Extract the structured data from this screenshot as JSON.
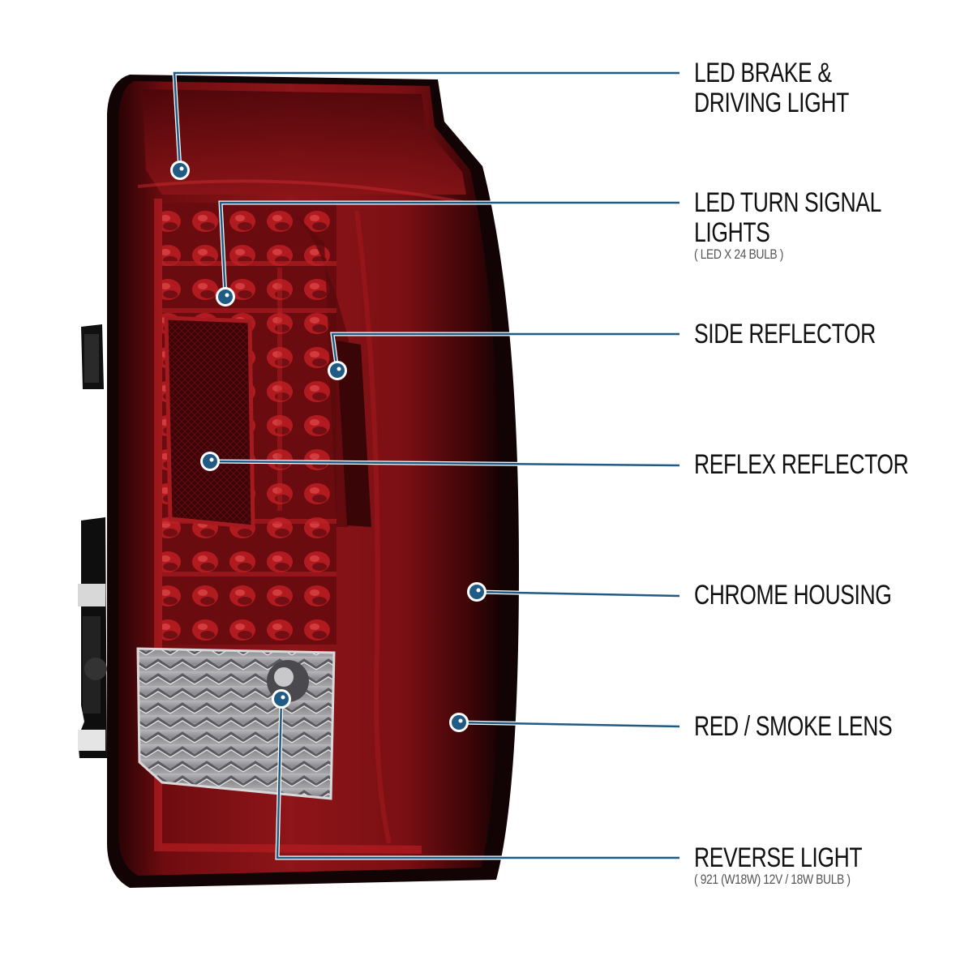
{
  "callouts": [
    {
      "id": "brake",
      "title": "LED BRAKE &\nDRIVING LIGHT",
      "subtitle": ""
    },
    {
      "id": "turn",
      "title": "LED TURN SIGNAL LIGHTS",
      "subtitle": "( LED X 24  BULB )"
    },
    {
      "id": "side",
      "title": "SIDE REFLECTOR",
      "subtitle": ""
    },
    {
      "id": "reflex",
      "title": "REFLEX REFLECTOR",
      "subtitle": ""
    },
    {
      "id": "chrome",
      "title": "CHROME HOUSING",
      "subtitle": ""
    },
    {
      "id": "lens",
      "title": "RED / SMOKE LENS",
      "subtitle": ""
    },
    {
      "id": "reverse",
      "title": "REVERSE LIGHT",
      "subtitle": "( 921 (W18W)  12V / 18W  BULB )"
    }
  ],
  "colors": {
    "callout_line": "#1f5b85",
    "dot_fill": "#1f5b85",
    "dot_ring": "#ffffff",
    "lens_red": "#8a1418",
    "lens_dark": "#3a0608",
    "housing_black": "#120405",
    "smoke": "#9a9a9c"
  }
}
